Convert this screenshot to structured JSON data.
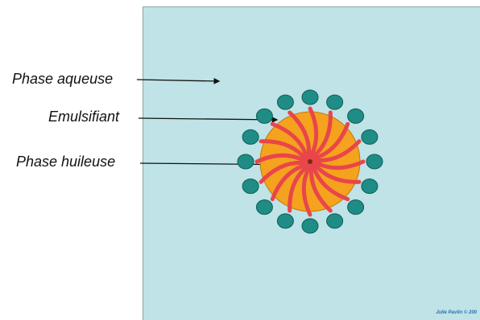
{
  "labels": {
    "aqueous": "Phase aqueuse",
    "emulsifier": "Emulsifiant",
    "oil": "Phase huileuse"
  },
  "credit": "Julie Pavlin © 200",
  "colors": {
    "aqueous_background": "#bfe3e6",
    "oil_droplet": "#f5a21e",
    "emulsifier_tail": "#e8464a",
    "emulsifier_head": "#1f8d85",
    "arrow": "#111111"
  },
  "icons": {
    "micelle": "micelle-droplet-icon",
    "emulsifier_head": "polar-head-icon"
  }
}
